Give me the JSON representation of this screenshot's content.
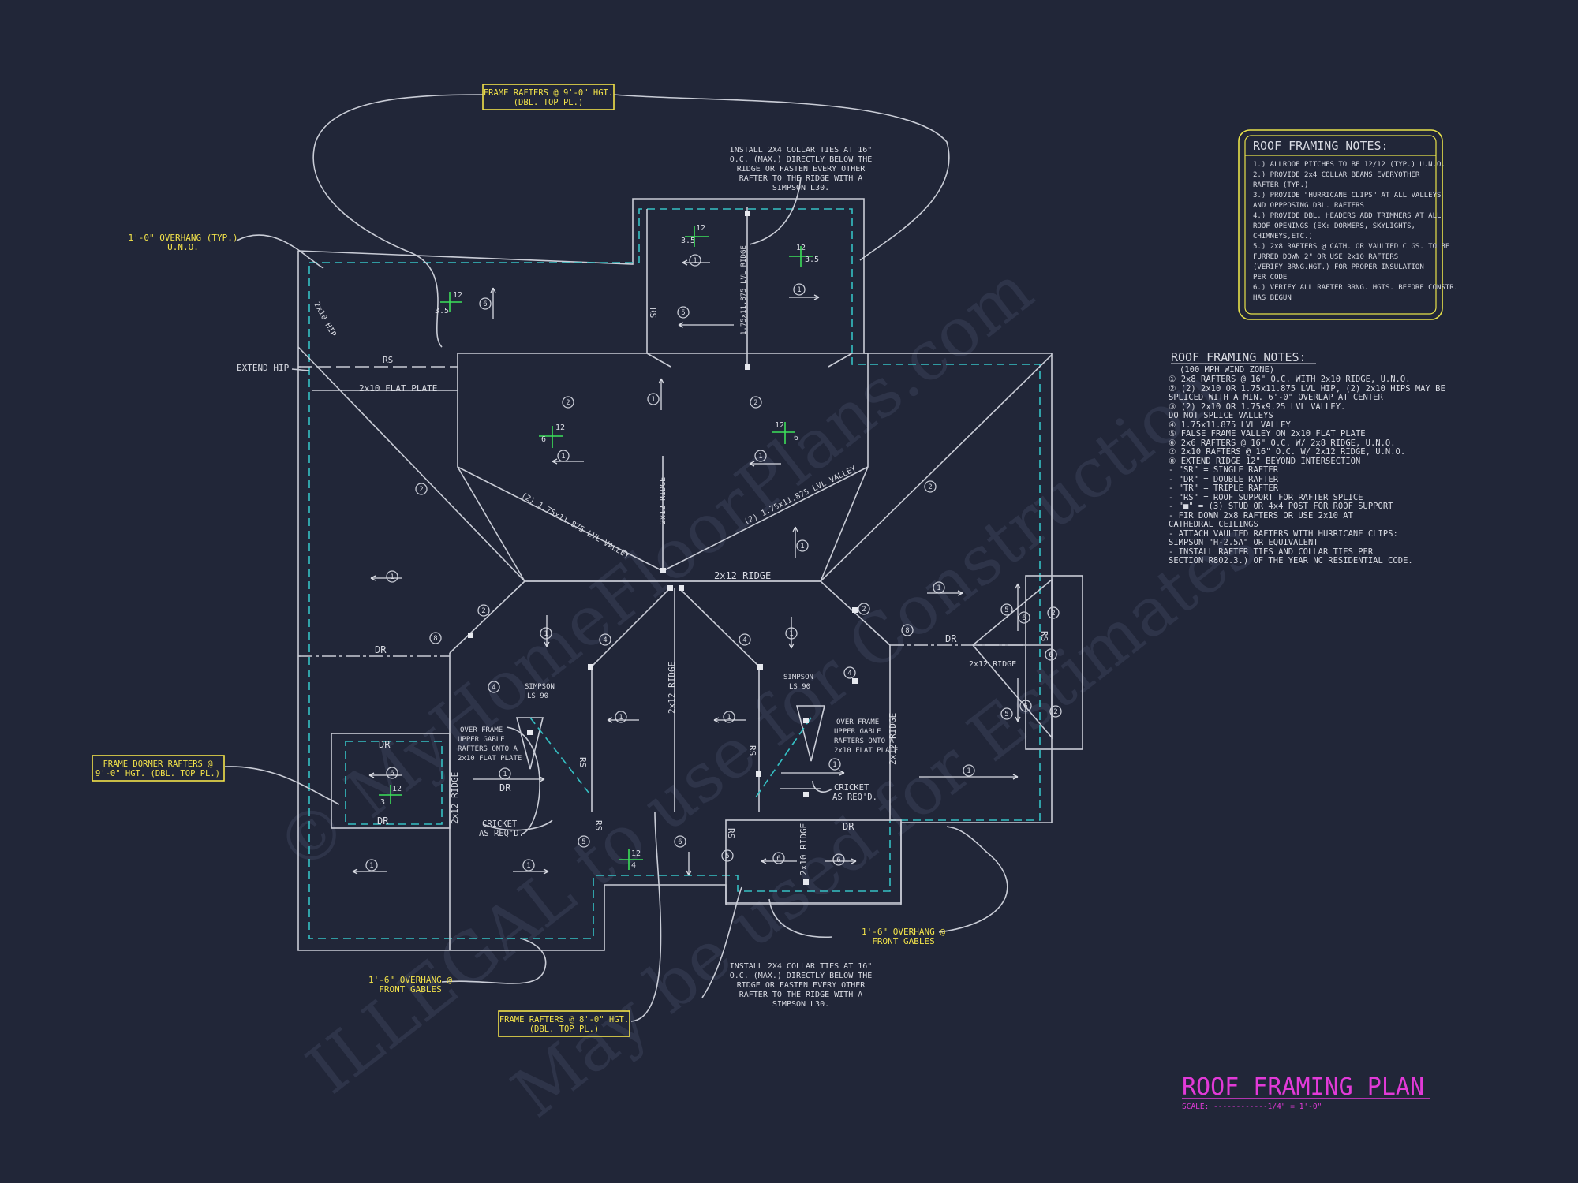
{
  "watermark": {
    "line1": "© MyHomeFloorPlans.com",
    "line2": "ILLEGAL to use for Construction",
    "line3": "May be used for Estimates"
  },
  "title": {
    "main": "ROOF FRAMING PLAN",
    "scale": "SCALE: ------------1/4\" = 1'-0\""
  },
  "boxed_notes": {
    "title": "ROOF FRAMING NOTES:",
    "items": [
      "1.) ALLROOF PITCHES TO BE 12/12 (TYP.) U.N.O.",
      "2.) PROVIDE 2x4 COLLAR BEAMS EVERYOTHER",
      "    RAFTER (TYP.)",
      "3.) PROVIDE \"HURRICANE CLIPS\" AT ALL VALLEYS",
      "    AND OPPPOSING DBL. RAFTERS",
      "4.) PROVIDE DBL. HEADERS ABD TRIMMERS AT ALL",
      "    ROOF OPENINGS (EX: DORMERS, SKYLIGHTS,",
      "    CHIMNEYS,ETC.)",
      "5.) 2x8 RAFTERS @ CATH. OR VAULTED CLGS. TO BE",
      "    FURRED DOWN 2\" OR USE 2x10 RAFTERS",
      "    (VERIFY BRNG.HGT.) FOR PROPER INSULATION",
      "    PER CODE",
      "6.) VERIFY ALL RAFTER BRNG. HGTS. BEFORE CONSTR.",
      "    HAS BEGUN"
    ]
  },
  "framing_notes": {
    "title": "ROOF FRAMING NOTES:",
    "items": [
      "(100 MPH WIND ZONE)",
      "① 2x8 RAFTERS @ 16\" O.C. WITH 2x10 RIDGE, U.N.O.",
      "② (2) 2x10 OR 1.75x11.875 LVL HIP, (2) 2x10 HIPS MAY BE",
      "   SPLICED WITH A MIN. 6'-0\" OVERLAP AT CENTER",
      "③ (2) 2x10 OR 1.75x9.25 LVL VALLEY.",
      "   DO NOT SPLICE VALLEYS",
      "④ 1.75x11.875 LVL VALLEY",
      "⑤ FALSE FRAME VALLEY ON 2x10 FLAT PLATE",
      "⑥ 2x6 RAFTERS @ 16\" O.C. W/ 2x8 RIDGE, U.N.O.",
      "⑦ 2x10 RAFTERS @ 16\" O.C. W/ 2x12 RIDGE, U.N.O.",
      "⑧ EXTEND RIDGE 12\" BEYOND INTERSECTION",
      "- \"SR\" = SINGLE RAFTER",
      "- \"DR\" = DOUBLE RAFTER",
      "- \"TR\" = TRIPLE RAFTER",
      "- \"RS\" = ROOF SUPPORT FOR RAFTER SPLICE",
      "- \"■\" = (3) STUD OR 4x4 POST FOR ROOF SUPPORT",
      "- FIR DOWN 2x8 RAFTERS OR USE 2x10 AT",
      "  CATHEDRAL CEILINGS",
      "- ATTACH VAULTED RAFTERS WITH HURRICANE CLIPS:",
      "  SIMPSON \"H-2.5A\" OR EQUIVALENT",
      "- INSTALL RAFTER TIES AND COLLAR TIES PER",
      "  SECTION R802.3.) OF THE YEAR NC RESIDENTIAL CODE."
    ]
  },
  "callouts": {
    "frame_top_1": "FRAME RAFTERS @ 9'-0\" HGT.",
    "frame_top_2": "(DBL. TOP PL.)",
    "frame_bottom_1": "FRAME RAFTERS @ 8'-0\" HGT.",
    "frame_bottom_2": "(DBL. TOP PL.)",
    "dormer_1": "FRAME DORMER RAFTERS @",
    "dormer_2": "9'-0\" HGT. (DBL. TOP PL.)",
    "overhang_typ_1": "1'-0\" OVERHANG (TYP.)",
    "overhang_typ_2": "U.N.O.",
    "overhang_left_1": "1'-6\" OVERHANG @",
    "overhang_left_2": "FRONT GABLES",
    "overhang_right_1": "1'-6\" OVERHANG @",
    "overhang_right_2": "FRONT GABLES",
    "collar_top": [
      "INSTALL 2X4 COLLAR TIES AT 16\"",
      "O.C. (MAX.) DIRECTLY BELOW THE",
      "RIDGE OR FASTEN EVERY OTHER",
      "RAFTER TO THE RIDGE WITH A",
      "SIMPSON L30."
    ],
    "collar_bottom": [
      "INSTALL 2X4 COLLAR TIES AT 16\"",
      "O.C. (MAX.) DIRECTLY BELOW THE",
      "RIDGE OR FASTEN EVERY OTHER",
      "RAFTER TO THE RIDGE WITH A",
      "SIMPSON L30."
    ],
    "extend_hip": "EXTEND HIP",
    "flat_plate": "2x10 FLAT PLATE",
    "over_frame_left": [
      "OVER FRAME",
      "UPPER GABLE",
      "RAFTERS ONTO A",
      "2x10 FLAT PLATE"
    ],
    "over_frame_right": [
      "OVER FRAME",
      "UPPER GABLE",
      "RAFTERS ONTO A",
      "2x10 FLAT PLATE"
    ],
    "simpson_left": [
      "SIMPSON",
      "LS 90"
    ],
    "simpson_right": [
      "SIMPSON",
      "LS 90"
    ],
    "cricket_left": [
      "CRICKET",
      "AS REQ'D."
    ],
    "cricket_right": [
      "CRICKET",
      "AS REQ'D."
    ]
  },
  "plan_labels": {
    "ridge_2x12_mid": "2x12 RIDGE",
    "ridge_2x12_center": "2x12 RIDGE",
    "ridge_2x12_left": "2x12 RIDGE",
    "ridge_2x12_right": "2x12 RIDGE",
    "ridge_2x12_vert": "2x12 RIDGE",
    "ridge_2x10": "2x10 RIDGE",
    "ridge_lvl": "1.75x11.875 LVL RIDGE",
    "ridge_2x12_right_wing": "2x12 RIDGE",
    "valley_left": "(2) 1.75x11.875 LVL VALLEY",
    "valley_right": "(2) 1.75x11.875 LVL VALLEY",
    "hip_2x10": "2x10 HIP",
    "rs": "RS",
    "dr": "DR",
    "pitch_12": "12",
    "pitch_35": "3.5",
    "pitch_6": "6",
    "pitch_3": "3",
    "pitch_4": "4",
    "m1": "1",
    "m2": "2",
    "m4": "4",
    "m5": "5",
    "m6": "6",
    "m8": "8"
  }
}
